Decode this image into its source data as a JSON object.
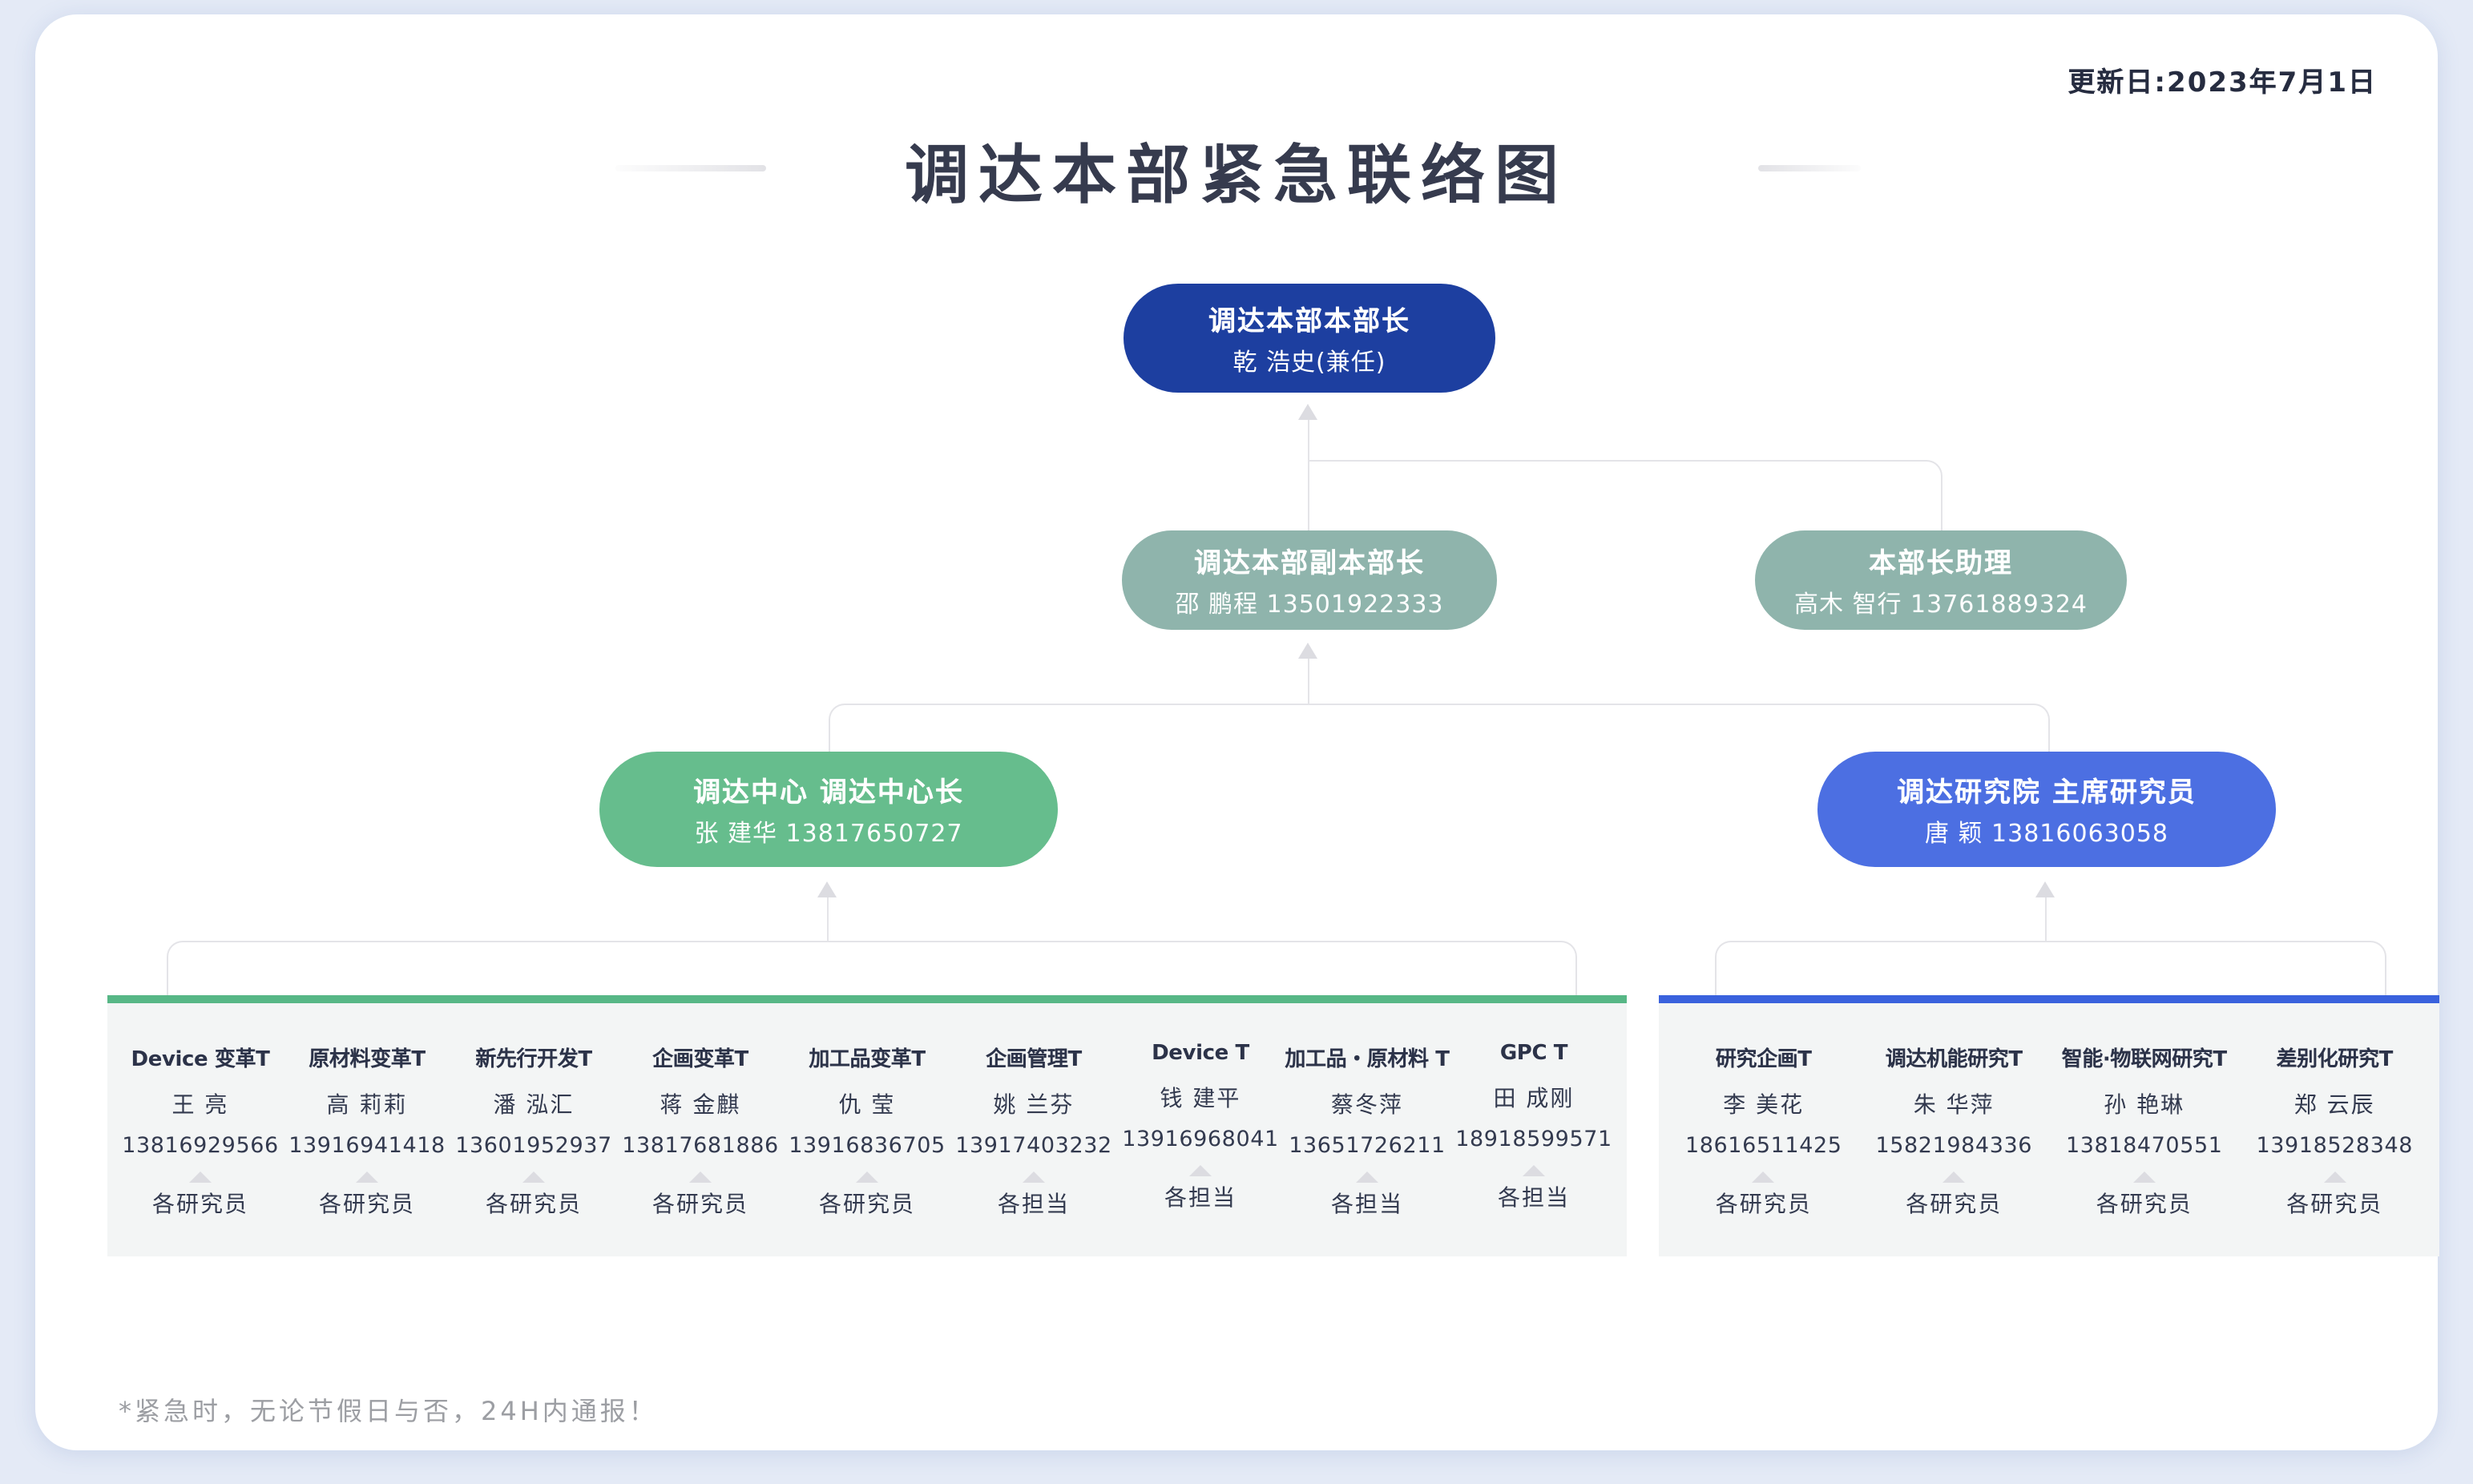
{
  "header": {
    "update_date": "更新日:2023年7月1日",
    "title": "调达本部紧急联络图"
  },
  "footnote": "*紧急时，无论节假日与否，24H内通报！",
  "colors": {
    "page_background": "#e4eaf6",
    "root_node": "#1d3fa0",
    "deputy_assistant_node": "#8fb4ac",
    "center_node": "#66bd8d",
    "institute_node": "#4c6fe2",
    "left_panel_border": "#57b786",
    "right_panel_border": "#3a62dd",
    "panel_background": "#f3f5f5",
    "connector_line": "#e4e4e8"
  },
  "org": {
    "root": {
      "title": "调达本部本部长",
      "person": "乾 浩史(兼任)"
    },
    "deputy": {
      "title": "调达本部副本部长",
      "person": "邵 鹏程 13501922333"
    },
    "assistant": {
      "title": "本部长助理",
      "person": "高木 智行 13761889324"
    },
    "center": {
      "title": "调达中心 调达中心长",
      "person": "张 建华 13817650727"
    },
    "institute": {
      "title": "调达研究院 主席研究员",
      "person": "唐 颖 13816063058"
    }
  },
  "center_teams": [
    {
      "name": "Device 变革T",
      "leader": "王 亮",
      "phone": "13816929566",
      "members": "各研究员"
    },
    {
      "name": "原材料变革T",
      "leader": "高 莉莉",
      "phone": "13916941418",
      "members": "各研究员"
    },
    {
      "name": "新先行开发T",
      "leader": "潘 泓汇",
      "phone": "13601952937",
      "members": "各研究员"
    },
    {
      "name": "企画变革T",
      "leader": "蒋 金麒",
      "phone": "13817681886",
      "members": "各研究员"
    },
    {
      "name": "加工品变革T",
      "leader": "仇 莹",
      "phone": "13916836705",
      "members": "各研究员"
    },
    {
      "name": "企画管理T",
      "leader": "姚 兰芬",
      "phone": "13917403232",
      "members": "各担当"
    },
    {
      "name": "Device T",
      "leader": "钱 建平",
      "phone": "13916968041",
      "members": "各担当"
    },
    {
      "name": "加工品・原材料 T",
      "leader": "蔡冬萍",
      "phone": "13651726211",
      "members": "各担当"
    },
    {
      "name": "GPC T",
      "leader": "田 成刚",
      "phone": "18918599571",
      "members": "各担当"
    }
  ],
  "institute_teams": [
    {
      "name": "研究企画T",
      "leader": "李 美花",
      "phone": "18616511425",
      "members": "各研究员"
    },
    {
      "name": "调达机能研究T",
      "leader": "朱 华萍",
      "phone": "15821984336",
      "members": "各研究员"
    },
    {
      "name": "智能·物联网研究T",
      "leader": "孙 艳琳",
      "phone": "13818470551",
      "members": "各研究员"
    },
    {
      "name": "差别化研究T",
      "leader": "郑 云辰",
      "phone": "13918528348",
      "members": "各研究员"
    }
  ]
}
